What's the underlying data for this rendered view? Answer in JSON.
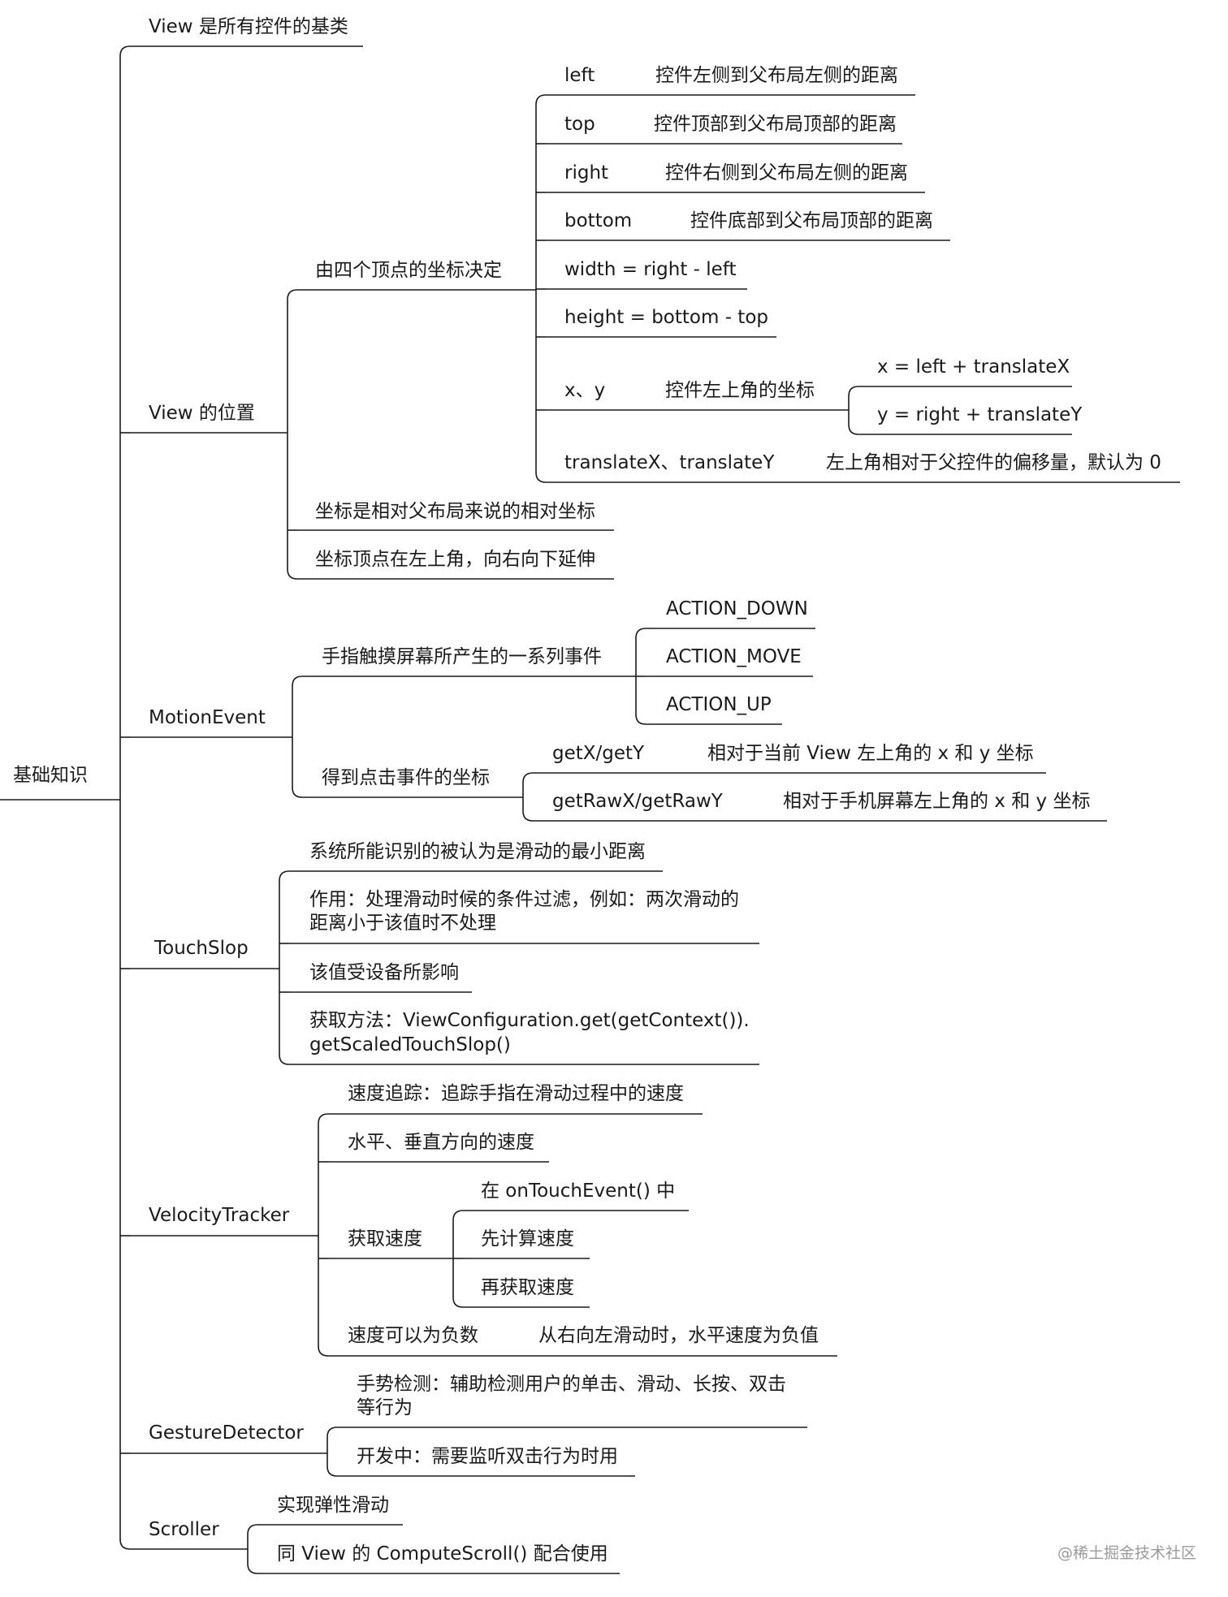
{
  "root": "基础知识",
  "watermark": "@稀土掘金技术社区",
  "branches": {
    "view_base": "View 是所有控件的基类",
    "view_position": {
      "label": "View 的位置",
      "by_vertices": {
        "label": "由四个顶点的坐标决定",
        "left": {
          "key": "left",
          "desc": "控件左侧到父布局左侧的距离"
        },
        "top": {
          "key": "top",
          "desc": "控件顶部到父布局顶部的距离"
        },
        "right": {
          "key": "right",
          "desc": "控件右侧到父布局左侧的距离"
        },
        "bottom": {
          "key": "bottom",
          "desc": "控件底部到父布局顶部的距离"
        },
        "width": "width = right - left",
        "height": "height = bottom - top",
        "xy": {
          "key": "x、y",
          "desc": "控件左上角的坐标",
          "x": "x = left + translateX",
          "y": "y = right + translateY"
        },
        "translate": {
          "key": "translateX、translateY",
          "desc": "左上角相对于父控件的偏移量，默认为 0"
        }
      },
      "relative": "坐标是相对父布局来说的相对坐标",
      "origin": "坐标顶点在左上角，向右向下延伸"
    },
    "motion_event": {
      "label": "MotionEvent",
      "series": {
        "label": "手指触摸屏幕所产生的一系列事件",
        "down": "ACTION_DOWN",
        "move": "ACTION_MOVE",
        "up": "ACTION_UP"
      },
      "coords": {
        "label": "得到点击事件的坐标",
        "getxy": {
          "key": "getX/getY",
          "desc": "相对于当前 View 左上角的 x 和 y 坐标"
        },
        "getraw": {
          "key": "getRawX/getRawY",
          "desc": "相对于手机屏幕左上角的 x 和 y 坐标"
        }
      }
    },
    "touch_slop": {
      "label": "TouchSlop",
      "min_distance": "系统所能识别的被认为是滑动的最小距离",
      "usage_line1": "作用：处理滑动时候的条件过滤，例如：两次滑动的",
      "usage_line2": "距离小于该值时不处理",
      "device": "该值受设备所影响",
      "get_line1": "获取方法：ViewConfiguration.get(getContext()).",
      "get_line2": "getScaledTouchSlop()"
    },
    "velocity_tracker": {
      "label": "VelocityTracker",
      "tracking": "速度追踪：追踪手指在滑动过程中的速度",
      "direction": "水平、垂直方向的速度",
      "get_speed": {
        "label": "获取速度",
        "in_touch": "在 onTouchEvent() 中",
        "compute": "先计算速度",
        "fetch": "再获取速度"
      },
      "negative": {
        "key": "速度可以为负数",
        "desc": "从右向左滑动时，水平速度为负值"
      }
    },
    "gesture_detector": {
      "label": "GestureDetector",
      "detect_line1": "手势检测：辅助检测用户的单击、滑动、长按、双击",
      "detect_line2": "等行为",
      "double_tap": "开发中：需要监听双击行为时用"
    },
    "scroller": {
      "label": "Scroller",
      "elastic": "实现弹性滑动",
      "compute": "同 View 的 ComputeScroll() 配合使用"
    }
  }
}
